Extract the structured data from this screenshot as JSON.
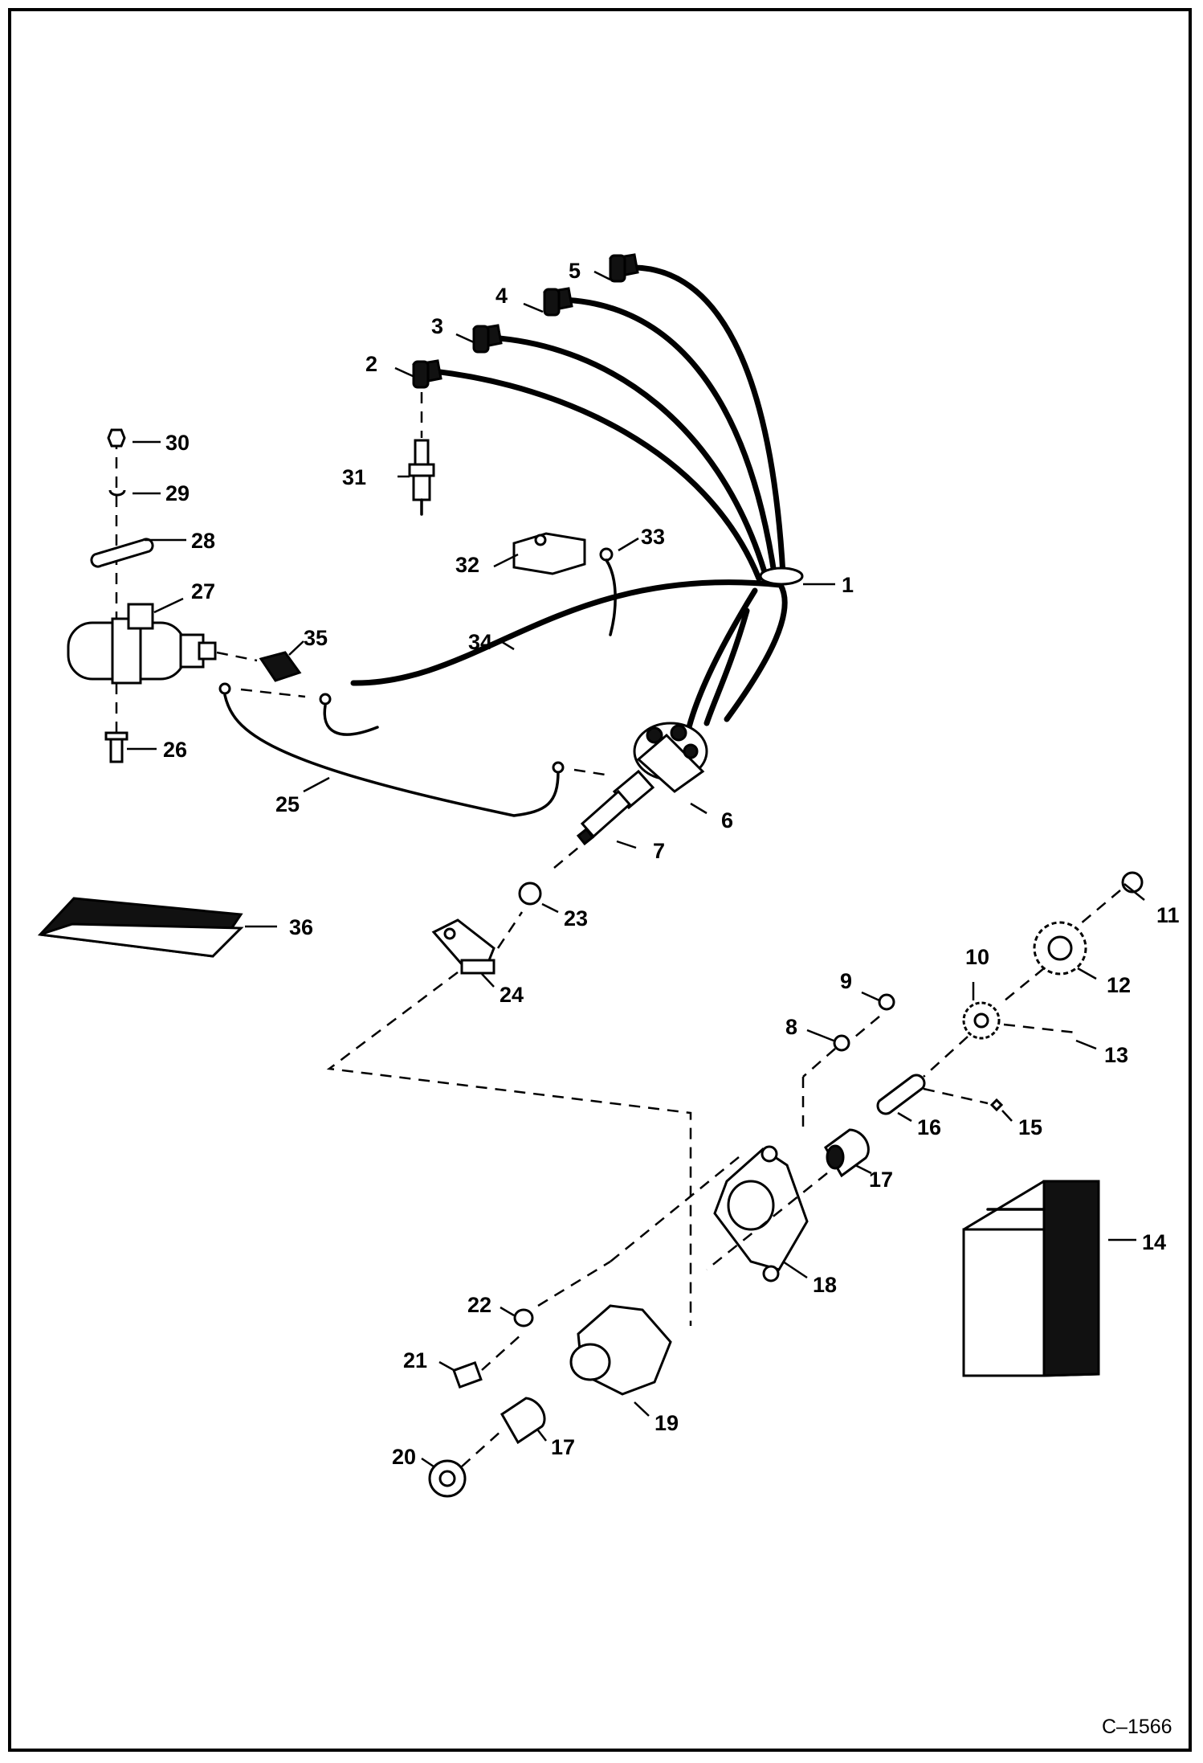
{
  "callouts": [
    "1",
    "2",
    "3",
    "4",
    "5",
    "6",
    "7",
    "8",
    "9",
    "10",
    "11",
    "12",
    "13",
    "14",
    "15",
    "16",
    "17",
    "17",
    "18",
    "19",
    "20",
    "21",
    "22",
    "23",
    "24",
    "25",
    "26",
    "27",
    "28",
    "29",
    "30",
    "31",
    "32",
    "33",
    "34",
    "35",
    "36"
  ],
  "figure_code": "C–1566"
}
